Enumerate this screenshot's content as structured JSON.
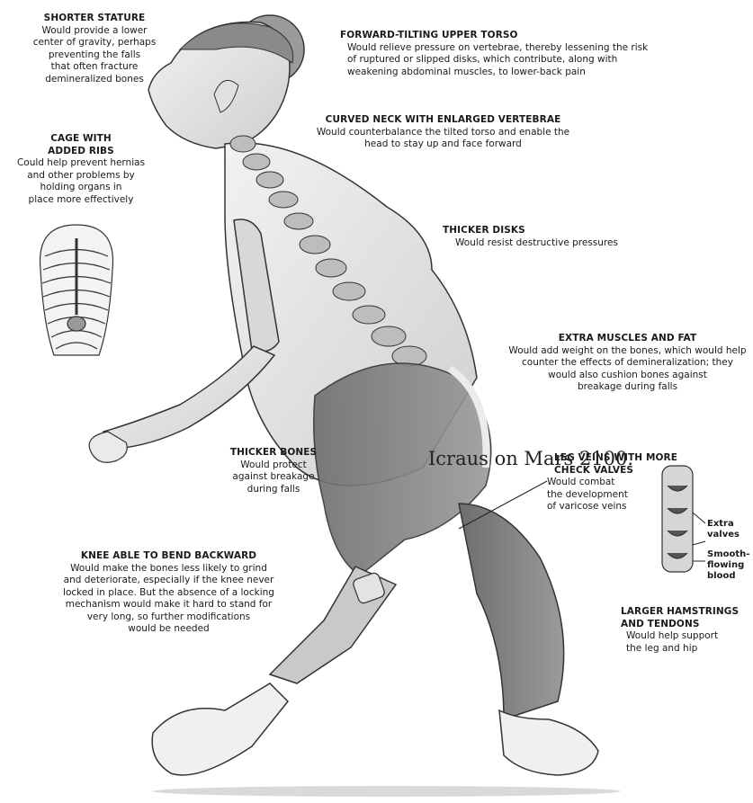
{
  "annotations": {
    "shorter_stature": {
      "heading": "SHORTER STATURE",
      "body": "Would provide a lower\ncenter of gravity, perhaps\npreventing the falls\nthat often fracture\ndemineralized bones"
    },
    "forward_torso": {
      "heading": "FORWARD-TILTING UPPER TORSO",
      "body": "Would relieve pressure on vertebrae, thereby lessening the risk\nof ruptured or slipped disks, which contribute, along with\nweakening abdominal muscles, to lower-back pain"
    },
    "curved_neck": {
      "heading": "CURVED NECK WITH ENLARGED VERTEBRAE",
      "body": "Would counterbalance the tilted torso and enable the\nhead to stay up and face forward"
    },
    "rib_cage": {
      "heading": "CAGE WITH\nADDED RIBS",
      "body": "Could help prevent hernias\nand other problems by\nholding organs in\nplace more effectively"
    },
    "thicker_disks": {
      "heading": "THICKER DISKS",
      "body": "Would resist destructive pressures"
    },
    "extra_muscles": {
      "heading": "EXTRA MUSCLES AND FAT",
      "body": "Would add weight on the bones, which would help\ncounter the effects of demineralization; they\nwould also cushion bones against\nbreakage during falls"
    },
    "thicker_bones": {
      "heading": "THICKER BONES",
      "body": "Would protect\nagainst breakage\nduring falls"
    },
    "leg_veins": {
      "heading": "LEG VEINS WITH MORE\nCHECK VALVES",
      "body": "Would combat\nthe development\nof varicose veins"
    },
    "knee": {
      "heading": "KNEE ABLE TO BEND BACKWARD",
      "body": "Would make the bones less likely to grind\nand deteriorate, especially if the knee never\nlocked in place. But the absence of a locking\nmechanism would make it hard to stand for\nvery long, so further modifications\nwould be needed"
    },
    "hamstrings": {
      "heading": "LARGER HAMSTRINGS\nAND TENDONS",
      "body": "Would help support\nthe leg and hip"
    }
  },
  "vein_labels": {
    "extra_valves": "Extra\nvalves",
    "smooth_flow": "Smooth-\nflowing\nblood"
  },
  "overlay_text": "Icraus on Mars 2100."
}
